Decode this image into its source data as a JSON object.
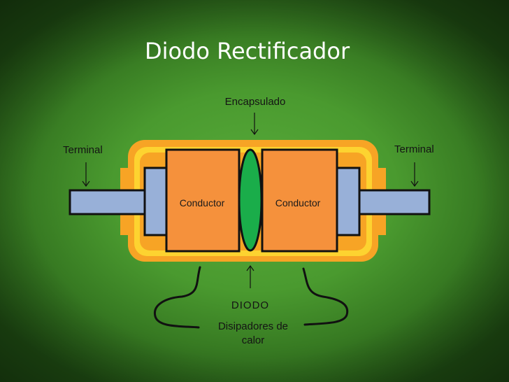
{
  "slide": {
    "title": "Diodo Rectificador"
  },
  "labels": {
    "encapsulado": "Encapsulado",
    "terminal_left": "Terminal",
    "terminal_right": "Terminal",
    "conductor_left": "Conductor",
    "conductor_right": "Conductor",
    "diodo": "DIODO",
    "disipadores": "Disipadores de calor"
  },
  "colors": {
    "background": "#4a9a2f",
    "encapsulation_outer": "#f7a425",
    "encapsulation_inner": "#fdd330",
    "conductor": "#f5913c",
    "terminal": "#98b0d8",
    "junction": "#1aad4a",
    "outline": "#111111"
  }
}
